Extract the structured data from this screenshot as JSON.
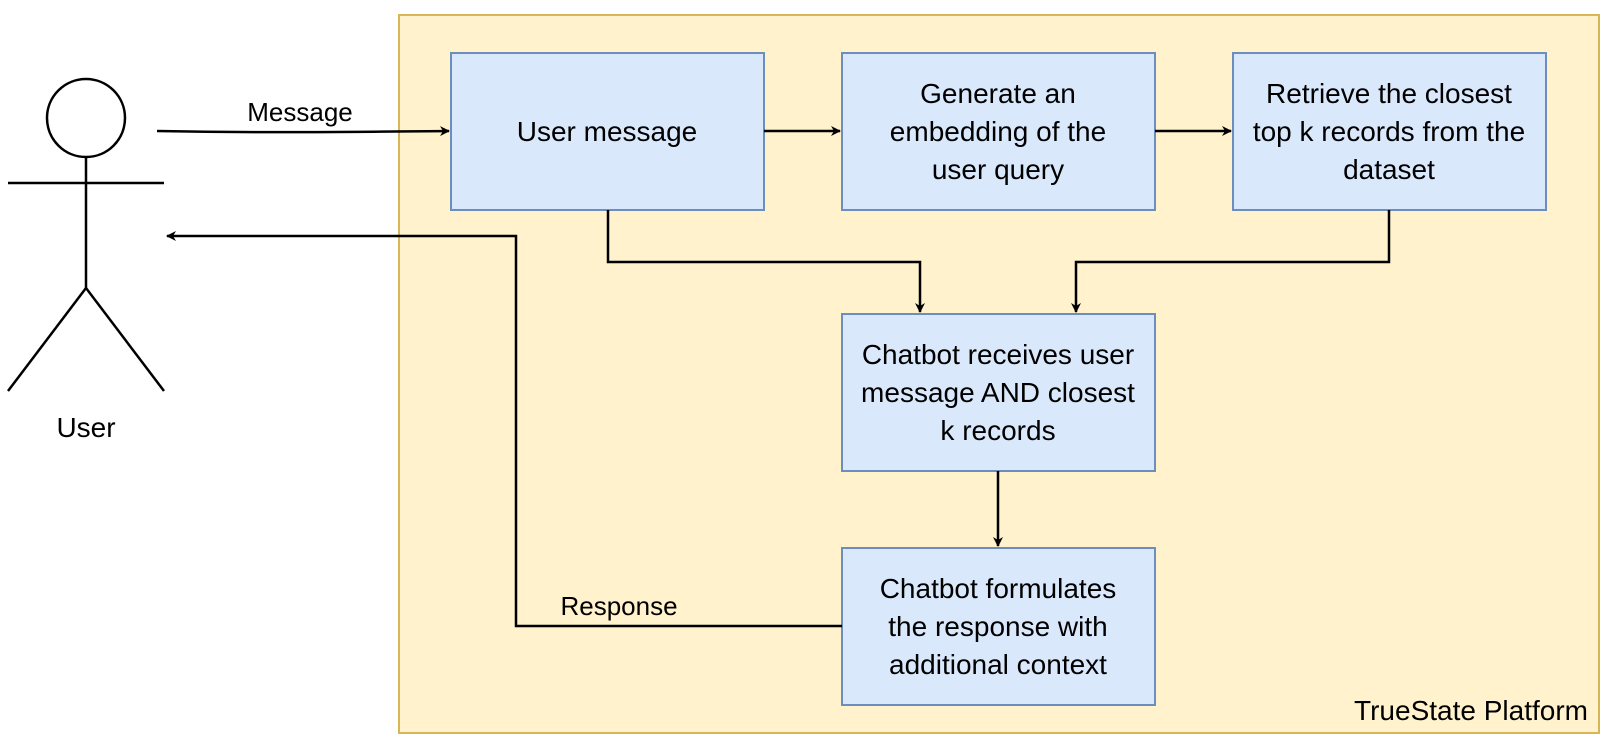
{
  "colors": {
    "container_fill": "#fff2cc",
    "container_stroke": "#d6b656",
    "box_fill": "#dae8fc",
    "box_stroke": "#6c8ebf",
    "line": "#000000"
  },
  "actor": {
    "label": "User"
  },
  "container": {
    "label": "TrueState Platform"
  },
  "nodes": {
    "user_message": {
      "lines": [
        "User message"
      ]
    },
    "embedding": {
      "lines": [
        "Generate an",
        "embedding of the",
        "user query"
      ]
    },
    "retrieve": {
      "lines": [
        "Retrieve the closest",
        "top k records from the",
        "dataset"
      ]
    },
    "chatbot_receives": {
      "lines": [
        "Chatbot receives user",
        "message AND closest",
        "k records"
      ]
    },
    "chatbot_formulates": {
      "lines": [
        "Chatbot formulates",
        "the response with",
        "additional context"
      ]
    }
  },
  "edges": {
    "message": "Message",
    "response": "Response"
  }
}
